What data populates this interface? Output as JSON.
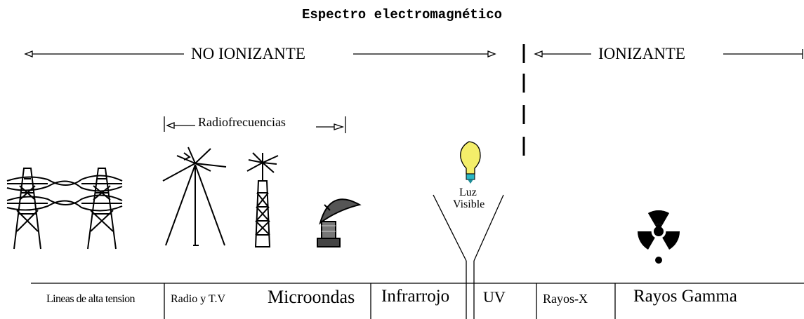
{
  "title": "Espectro electromagnético",
  "regions": {
    "non_ionizing": "NO IONIZANTE",
    "ionizing": "IONIZANTE"
  },
  "radiofrequency_label": "Radiofrecuencias",
  "visible_light_label": {
    "line1": "Luz",
    "line2": "Visible"
  },
  "bands": [
    "Lineas de alta tension",
    "Radio y T.V",
    "Microondas",
    "Infrarrojo",
    "UV",
    "Rayos-X",
    "Rayos Gamma"
  ],
  "icons": {
    "power_lines": "power-line-towers-icon",
    "radio_antenna": "radio-antenna-icon",
    "tv_tower": "tv-tower-icon",
    "satellite_dish": "satellite-dish-icon",
    "light_bulb": "light-bulb-icon",
    "radiation": "radiation-symbol-icon"
  },
  "colors": {
    "ink": "#000000",
    "bulb": "#f4ee6a",
    "bulb_base": "#2bb7c4"
  }
}
